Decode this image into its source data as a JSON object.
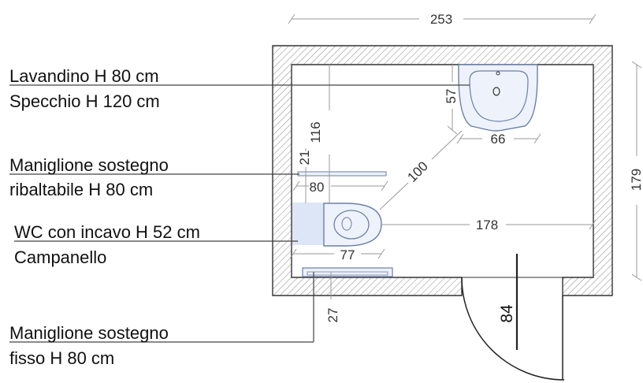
{
  "dimensions": {
    "width_total": "253",
    "height_total": "179",
    "sink_width": "66",
    "sink_depth": "57",
    "sink_height_dim": "116",
    "diagonal": "100",
    "bar_offset": "21",
    "bar_length": "80",
    "wc_clearance": "178",
    "wc_width": "77",
    "fixed_bar_offset": "27",
    "door_width": "84"
  },
  "labels": {
    "sink_line1": "Lavandino H 80 cm",
    "sink_line2": "Specchio H 120 cm",
    "foldbar_line1": "Maniglione sostegno",
    "foldbar_line2": "ribaltabile H 80 cm",
    "wc_line1": "WC con incavo H 52 cm",
    "wc_line2": "Campanello",
    "fixedbar_line1": "Maniglione sostegno",
    "fixedbar_line2": "fisso H 80 cm"
  },
  "colors": {
    "wall_outline": "#333333",
    "hatch": "#8a8a8a",
    "fixture_outline": "#6b7fa6",
    "fixture_fill": "#eef2fb",
    "wc_zone_fill": "#dde6f6"
  }
}
